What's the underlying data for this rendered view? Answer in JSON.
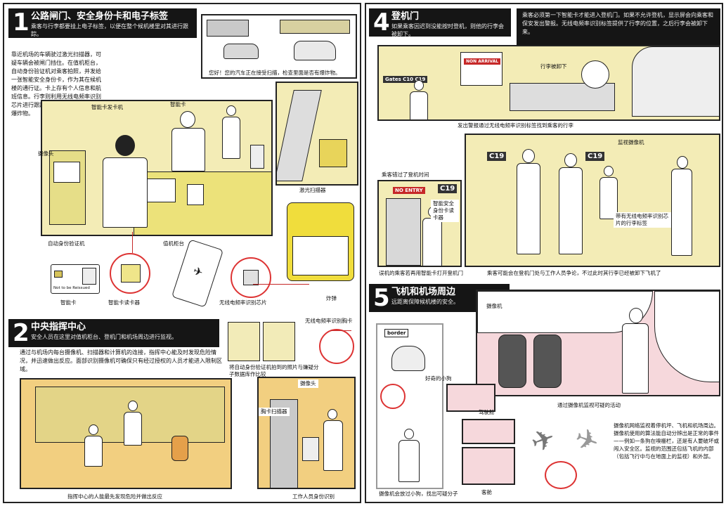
{
  "sections": [
    {
      "num": "1",
      "title": "公路闸门、安全身份卡和电子标签",
      "subtitle": "乘客与行李都要挂上电子标签，以便在整个候机楼里对其进行跟踪。"
    },
    {
      "num": "2",
      "title": "中央指挥中心",
      "subtitle": "安全人员在这里对值机柜台、登机门和机场周边进行监视。"
    },
    {
      "num": "4",
      "title": "登机门",
      "subtitle": "如果乘客因迟到没能按时登机，则他的行李会被卸下。"
    },
    {
      "num": "5",
      "title": "飞机和机场周边",
      "subtitle": "远距离保障候机楼的安全。"
    }
  ],
  "s1": {
    "para1": "靠近机场的车辆驶过激光扫描器，可疑车辆会被闸门挡住。在值机柜台，自动身份验证机对乘客拍照，并发给一张智能安全身份卡，作为其在候机楼的通行证。卡上存有个人信息和航班信息。行李则利用无线电频率识别芯片进行跟踪，并用激光扫描来检查爆炸物。",
    "car_caption": "您好！您的汽车正在接受扫描，检查里面是否有爆炸物。",
    "labels": {
      "smartcard_issuer": "智能卡发卡机",
      "smartcard": "智能卡",
      "camera": "摄像头",
      "auto_id": "自动身份验证机",
      "checkin": "值机柜台",
      "laser_scanner": "激光扫描器",
      "card_reader": "智能卡读卡器",
      "smartcard2": "智能卡",
      "rfid_chip": "无线电频率识别芯片",
      "bomb": "炸弹"
    },
    "card_text": "Not to be Reissued"
  },
  "s2": {
    "para": "通过与机场内每台摄像机、扫描器和计算机的连接，指挥中心能及时发现危险情况，并迅速做出反应。面部识别摄像机可确保只有经过授权的人员才能进入限制区域。",
    "face_caption": "将自动身份验证机拍到的照片与嫌疑分子数据库作比较",
    "rfid_card": "无线电频率识别胸卡",
    "camera": "摄像头",
    "badge_reader": "胸卡扫描器",
    "cmd_caption": "指挥中心的人能最先发现危险并做出反应",
    "staff_caption": "工作人员身份识别"
  },
  "s4": {
    "para": "乘客必须第一下智能卡才能进入登机门。如果不允许登机，显示屏会向乘客和保安发出警报。无线电频率识别标签提供了行李的位置，之后行李会被卸下来。",
    "gates_sign": "Gates C10 C19",
    "bag_unload": "行李被卸下",
    "alert_caption": "发出警报通过无线电频率识别标签找到乘客的行李",
    "missed_caption": "乘客错过了登机时间",
    "no_entry": "NO ENTRY",
    "gate_c19": "C19",
    "card_reader_label": "智能安全身份卡读卡器",
    "surveillance_cam": "监视摄像机",
    "rfid_tags": "带有无线电频率识别芯片的行李标签",
    "late_caption": "误机的乘客若再用智能卡打开登机门",
    "argue_caption": "乘客可能会在登机门处与工作人员争论，不过此时其行李已经被卸下飞机了",
    "screen_text": "NON ARRIVAL"
  },
  "s5": {
    "camera": "摄像机",
    "fox_caption": "好奇的小狗",
    "sign": "border",
    "surv_caption": "通过摄像机监视可疑的活动",
    "para": "摄像机网络监视着停机坪、飞机和机场周边。摄像机使用的算法能自动分辨出是正常的事件——例如一条狗在嗅栅栏，还是有人要破坏或闯入安全区。监视的范围还包括飞机的内部（包括飞行中与在地面上的监视）和外部。",
    "cockpit": "驾驶舱",
    "cabin": "客舱",
    "fence_caption": "摄像机会放过小狗，找出可疑分子"
  },
  "colors": {
    "accent_red": "#c62828",
    "panel_yellow": "#f3ecb6",
    "header_black": "#151515"
  }
}
